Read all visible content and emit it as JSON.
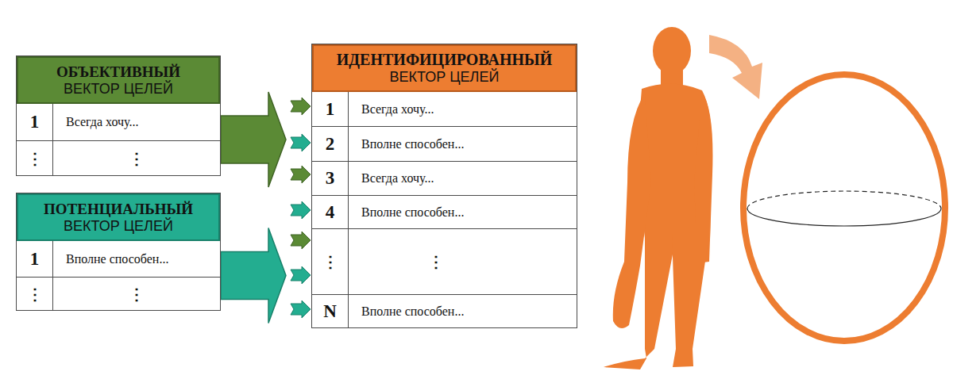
{
  "diagram": {
    "nodes": [
      {
        "text": [
          "ОБЪЕКТИВНЫЙ",
          "ВЕКТОР ЦЕЛЕЙ"
        ]
      },
      {
        "text": [
          "ПОТЕНЦИАЛЬНЫЙ",
          "ВЕКТОР ЦЕЛЕЙ"
        ]
      },
      {
        "text": [
          "ИДЕНТИФИЦИРОВАННЫЙ",
          "ВЕКТОР ЦЕЛЕЙ"
        ]
      }
    ],
    "edges": [
      {
        "from": 0,
        "to": 2,
        "arrow": "to"
      },
      {
        "from": 1,
        "to": 2,
        "arrow": "to"
      }
    ],
    "labels": [
      "1",
      "Всегда хочу...",
      "⋮",
      "⋮",
      "1",
      "Вполне способен...",
      "⋮",
      "⋮",
      "1",
      "Всегда хочу...",
      "2",
      "Вполне способен...",
      "3",
      "Всегда хочу...",
      "4",
      "Вполне способен...",
      "⋮",
      "⋮",
      "N",
      "Вполне способен..."
    ]
  }
}
